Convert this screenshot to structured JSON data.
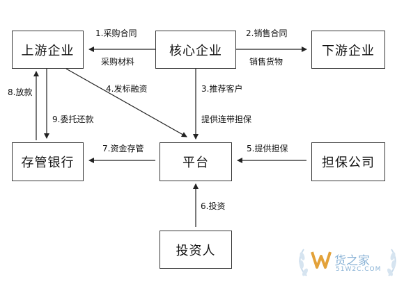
{
  "nodes": {
    "upstream": "上游企业",
    "core": "核心企业",
    "downstream": "下游企业",
    "bank": "存管银行",
    "platform": "平台",
    "guarantee": "担保公司",
    "investor": "投资人"
  },
  "edges": {
    "e1": "1.采购合同",
    "e1b": "采购材料",
    "e2": "2.销售合同",
    "e2b": "销售货物",
    "e3": "3.推荐客户",
    "e3b": "提供连带担保",
    "e4": "4.发标融资",
    "e5": "5.提供担保",
    "e6": "6.投资",
    "e7": "7.资金存管",
    "e8": "8.放款",
    "e9": "9.委托还款"
  },
  "watermark": {
    "brand": "货之家",
    "url": "51W2C.COM"
  },
  "colors": {
    "line": "#222222",
    "watermark": "#8ab3d6"
  }
}
